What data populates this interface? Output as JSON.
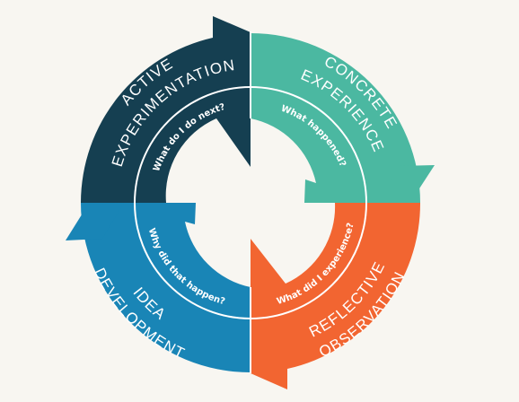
{
  "colors": {
    "background": "#f8f6f1",
    "active_experimentation": "#153f51",
    "concrete_experience": "#4bb8a1",
    "reflective_observation": "#f26531",
    "idea_development": "#1985b6",
    "divider": "#ffffff"
  },
  "stages": {
    "active": {
      "line1": "ACTIVE",
      "line2": "EXPERIMENTATION",
      "question": "What do I do next?"
    },
    "concrete": {
      "line1": "CONCRETE",
      "line2": "EXPERIENCE",
      "question": "What happened?"
    },
    "reflective": {
      "line1": "REFLECTIVE",
      "line2": "OBSERVATION",
      "question": "What did I experience?"
    },
    "idea": {
      "line1": "IDEA",
      "line2": "DEVELOPMENT",
      "question": "Why did that happen?"
    }
  }
}
